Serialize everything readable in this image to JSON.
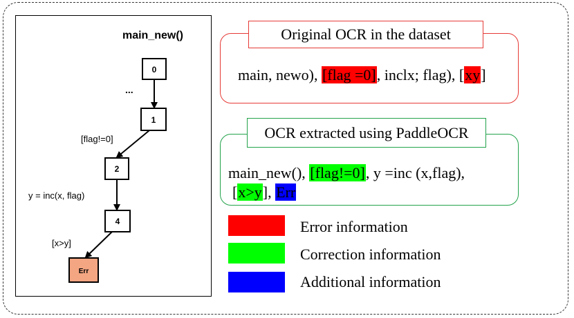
{
  "graph": {
    "function_title": "main_new()",
    "nodes": [
      "0",
      "1",
      "2",
      "4",
      "Err"
    ],
    "ellipsis": "...",
    "edge_labels": [
      "[flag!=0]",
      "y = inc(x, flag)",
      "[x>y]"
    ]
  },
  "original_ocr": {
    "title": "Original OCR in the dataset",
    "seg1": "main, newo), ",
    "seg2": "[flag =0]",
    "seg3": ", inclx; flag), [",
    "seg4": "xy",
    "seg5": "]"
  },
  "paddle_ocr": {
    "title": "OCR extracted using PaddleOCR",
    "line1_seg1": "main_new(), ",
    "line1_seg2": "[flag!=0]",
    "line1_seg3": ", y =inc (x,flag),",
    "line2_seg1": "[",
    "line2_seg2": "x>y",
    "line2_seg3": "], ",
    "line2_seg4": "Err"
  },
  "legend": {
    "items": [
      {
        "label": "Error information",
        "color": "#ff0000"
      },
      {
        "label": "Correction information",
        "color": "#00ff00"
      },
      {
        "label": "Additional information",
        "color": "#0000ff"
      }
    ]
  },
  "colors": {
    "error_frame": "#e53935",
    "correction_frame": "#21a24a",
    "err_node_fill": "#f4a582"
  }
}
